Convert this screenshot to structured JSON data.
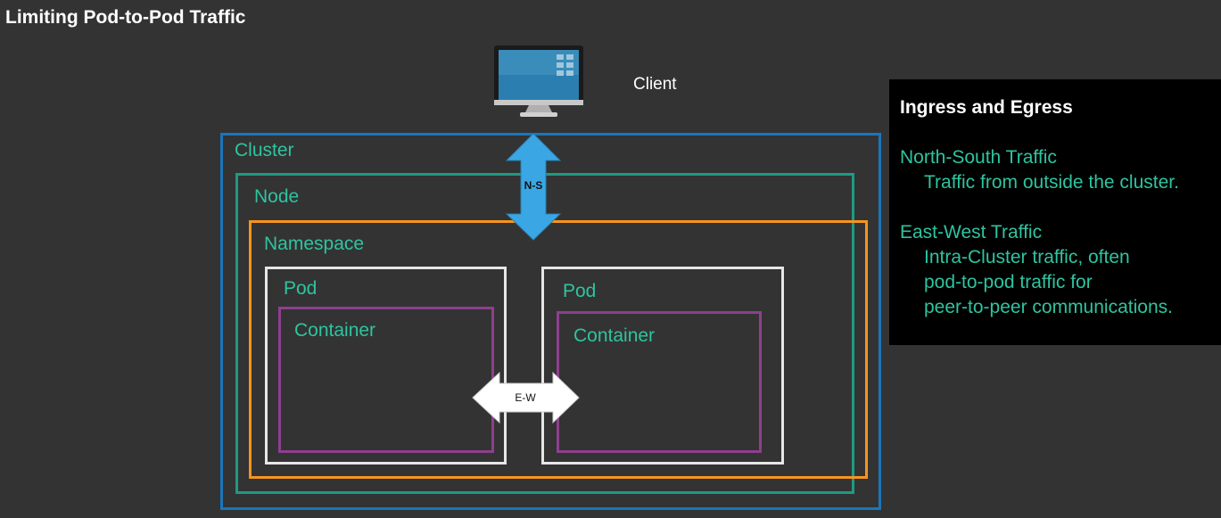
{
  "title": "Limiting Pod-to-Pod Traffic",
  "client": {
    "label": "Client"
  },
  "diagram": {
    "cluster_label": "Cluster",
    "node_label": "Node",
    "namespace_label": "Namespace",
    "pods": [
      {
        "label": "Pod",
        "container_label": "Container"
      },
      {
        "label": "Pod",
        "container_label": "Container"
      }
    ],
    "ns_arrow_label": "N-S",
    "ew_arrow_label": "E-W"
  },
  "panel": {
    "title": "Ingress and Egress",
    "sections": [
      {
        "heading": "North-South Traffic",
        "lines": [
          "Traffic from outside the cluster."
        ]
      },
      {
        "heading": "East-West Traffic",
        "lines": [
          "Intra-Cluster traffic, often",
          "pod-to-pod traffic for",
          "peer-to-peer communications."
        ]
      }
    ]
  },
  "colors": {
    "background": "#333333",
    "cluster": "#1b75bb",
    "node": "#1f9a82",
    "namespace": "#f7941d",
    "pod": "#e6e6e6",
    "container": "#8e3f8e",
    "label_text": "#2ec4a0",
    "ns_arrow": "#3aa7e4"
  }
}
